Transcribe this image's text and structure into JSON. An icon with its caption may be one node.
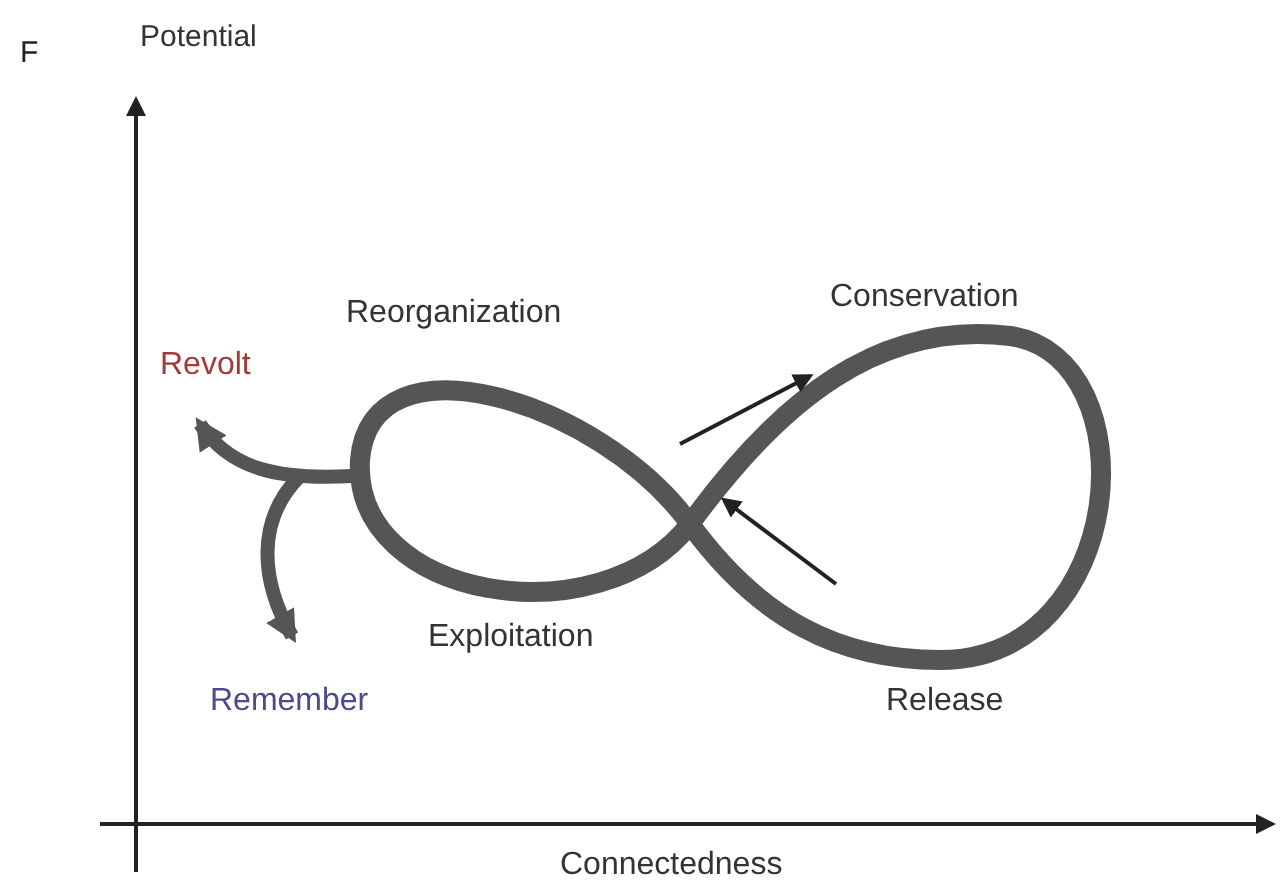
{
  "diagram": {
    "labels": [
      "F",
      "Potential",
      "Reorganization",
      "Revolt",
      "Conservation",
      "Exploitation",
      "Remember",
      "Release",
      "Connectedness"
    ]
  }
}
